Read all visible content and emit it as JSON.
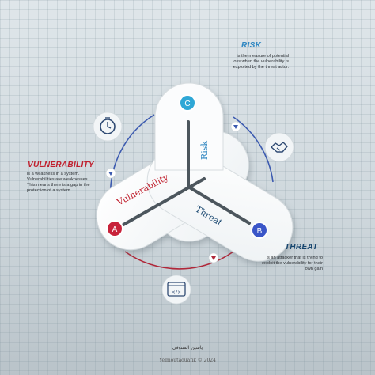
{
  "nodes": {
    "a": "A",
    "b": "B",
    "c": "C"
  },
  "band_labels": {
    "risk": "Risk",
    "vulnerability": "Vulnerability",
    "threat": "Threat"
  },
  "risk": {
    "title": "RISK",
    "lines": [
      "is the measure of potential",
      "loss when the vulnerability is",
      "exploited by the threat actor."
    ]
  },
  "vulnerability": {
    "title": "VULNERABILITY",
    "lines": [
      "is a weakness in a system.",
      "Vulnerabilities are weaknesses.",
      "This means there is a gap in the",
      "protection of a system"
    ]
  },
  "threat": {
    "title": "THREAT",
    "lines": [
      "is an attacker that is trying to",
      "exploit the vulnerability for their",
      "own gain"
    ]
  },
  "icons": {
    "top_left": "clock-icon",
    "right": "handshake-icon",
    "bottom": "code-window-icon"
  },
  "footer": {
    "arabic": "ياسين السنوفي",
    "credit": "Yelmoutaouafik © 2024"
  },
  "colors": {
    "risk": "#2e86c1",
    "vulnerability": "#c0202e",
    "threat": "#16456e",
    "node_a": "#c8223a",
    "node_b": "#3a56c8",
    "node_c": "#2ea7d6",
    "arc_blue": "#3d5bb0",
    "arc_red": "#b0283a"
  }
}
